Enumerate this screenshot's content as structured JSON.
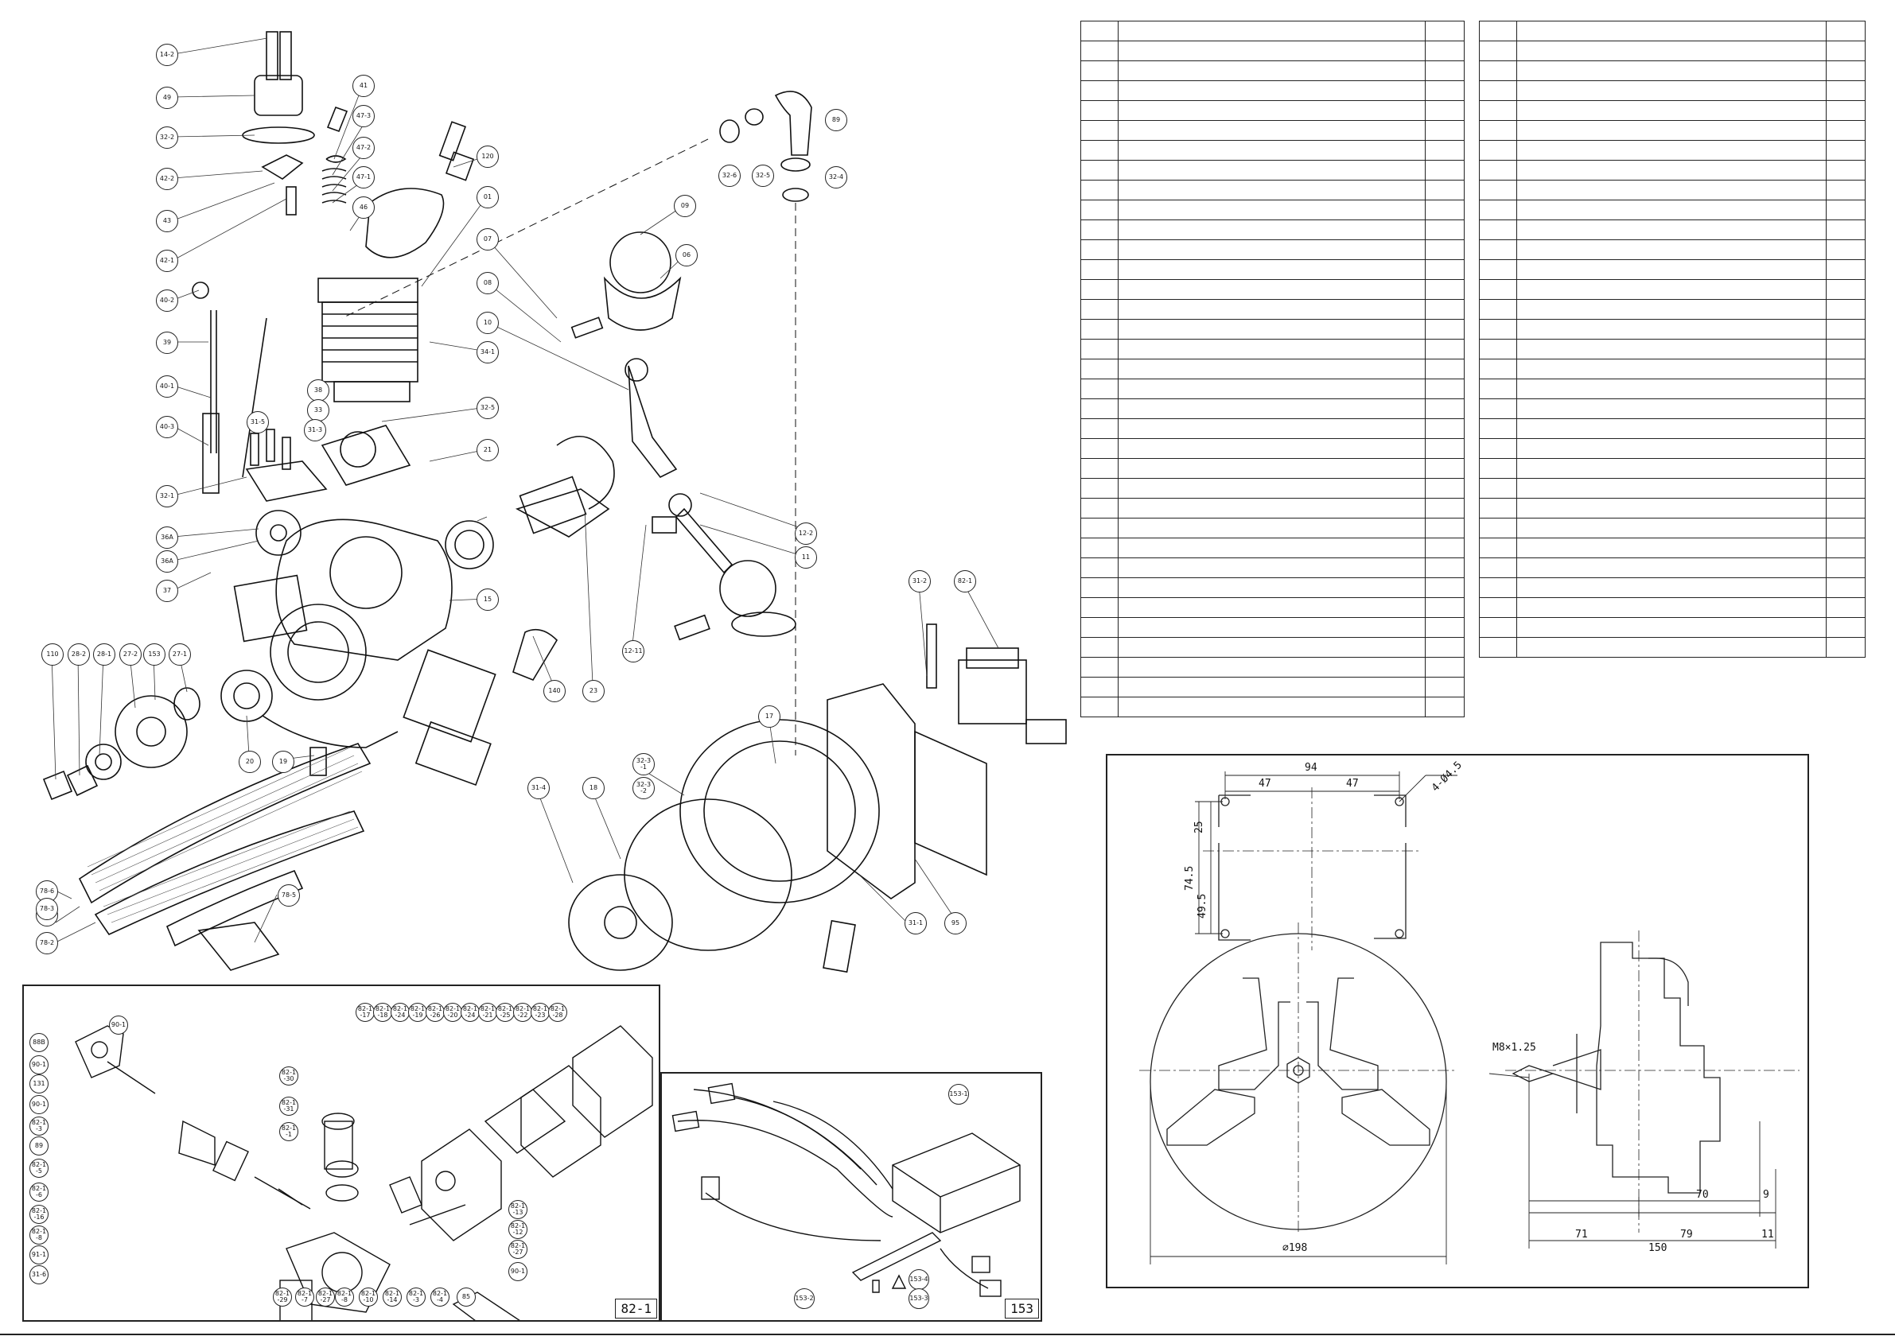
{
  "main_callouts": [
    "14-2",
    "49",
    "32-2",
    "42-2",
    "43",
    "42-1",
    "41",
    "47-3",
    "47-2",
    "47-1",
    "46",
    "120",
    "01",
    "40-2",
    "39",
    "40-1",
    "40-3",
    "32-1",
    "36A",
    "36A",
    "37",
    "38",
    "33",
    "31-5",
    "31-3",
    "34-1",
    "32-5",
    "21",
    "15",
    "07",
    "08",
    "10",
    "09",
    "06",
    "32-6",
    "32-5",
    "89",
    "32-4",
    "12-2",
    "11",
    "23",
    "12-11",
    "140",
    "110",
    "28-2",
    "28-1",
    "27-2",
    "153",
    "27-1",
    "20",
    "19",
    "78-6",
    "78-1",
    "78-3",
    "78-2",
    "78-5",
    "31-4",
    "18",
    "32-3\n-1",
    "32-3\n-2",
    "17",
    "31-1",
    "95",
    "31-2",
    "82-1"
  ],
  "carb_box": {
    "tag": "82-1",
    "callouts": [
      "88B",
      "90-1",
      "131",
      "90-1",
      "82-1\n-3",
      "89",
      "82-1\n-5",
      "82-1\n-6",
      "82-1\n-16",
      "82-1\n-8",
      "91-1",
      "31-6",
      "90-1",
      "82-1\n-30",
      "82-1\n-31",
      "82-1\n-1",
      "82-1\n-17",
      "82-1\n-18",
      "82-1\n-24",
      "82-1\n-19",
      "82-1\n-26",
      "82-1\n-20",
      "82-1\n-24",
      "82-1\n-21",
      "82-1\n-25",
      "82-1\n-22",
      "82-1\n-23",
      "82-1\n-28",
      "82-1\n-13",
      "82-1\n-12",
      "82-1\n-27",
      "90-1",
      "82-1\n-29",
      "82-1\n-7",
      "82-1\n-27",
      "82-1\n-8",
      "82-1\n-10",
      "82-1\n-14",
      "82-1\n-3",
      "82-1\n-4",
      "85"
    ]
  },
  "ignition_box": {
    "tag": "153",
    "callouts": [
      "153-1",
      "153-2",
      "153-4",
      "153-3"
    ]
  },
  "dimensions": {
    "mount": [
      "94",
      "47",
      "47",
      "4-Ø4.5",
      "25",
      "74.5",
      "49.5"
    ],
    "front": [
      "⌀198"
    ],
    "side": [
      "M8×1.25",
      "70",
      "9",
      "71",
      "79",
      "11",
      "150"
    ]
  },
  "parts_table_left_rows": 35,
  "parts_table_right_rows": 32
}
